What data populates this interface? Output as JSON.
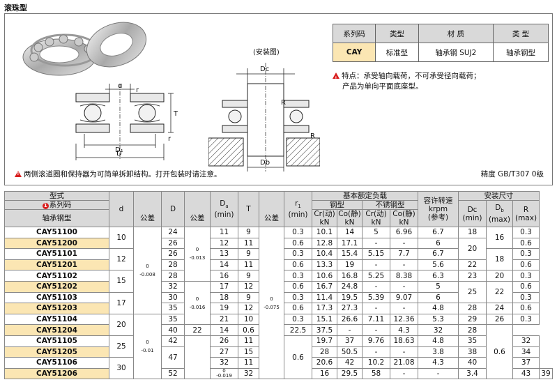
{
  "title": "滚珠型",
  "install_label": "(安装图)",
  "dim_labels": {
    "d": "d",
    "r": "r",
    "T": "T",
    "D1": "D₁",
    "D": "D",
    "Dc": "Dc",
    "R": "R",
    "Db": "Db"
  },
  "spec_table": {
    "headers": [
      "系列码",
      "类型",
      "材 质",
      "类 型"
    ],
    "row": [
      "CAY",
      "标准型",
      "轴承钢 SUJ2",
      "轴承钢型"
    ]
  },
  "feature": {
    "line1": "特点：承受轴向载荷，不可承受径向载荷；",
    "line2": "产品为单向平面底座型。"
  },
  "note_left": "两侧滚道圈和保持器为可简单拆卸结构。打开包装时请注意。",
  "note_right": "精度 GB/T307 0级",
  "table": {
    "h_type": "型式",
    "h_series": "系列码",
    "h_model": "轴承钢型",
    "h_d": "d",
    "h_tol": "公差",
    "h_D": "D",
    "h_Da": "D",
    "h_Da_sub": "a",
    "h_min": "(min)",
    "h_T": "T",
    "h_r": "r",
    "h_r_sub": "1",
    "h_load": "基本额定负载",
    "h_steel": "钢型",
    "h_stainless": "不锈钢型",
    "h_cr": "Cr(动)",
    "h_co": "Co(静)",
    "h_kn": "kN",
    "h_speed1": "容许转速",
    "h_speed2": "krpm",
    "h_speed3": "(参考)",
    "h_install": "安装尺寸",
    "h_dc": "Dc",
    "h_db": "D",
    "h_db_sub": "b",
    "h_max": "(max)",
    "h_R": "R",
    "tol_d1": [
      "0",
      "-0.008"
    ],
    "tol_d2": [
      "0",
      "-0.01"
    ],
    "tol_D1": [
      "0",
      "-0.013"
    ],
    "tol_D2": [
      "0",
      "-0.016"
    ],
    "tol_D3": [
      "0",
      "-0.019"
    ],
    "tol_T": [
      "0",
      "-0.075"
    ],
    "d_vals": [
      "10",
      "12",
      "15",
      "17",
      "20",
      "25",
      "30"
    ],
    "rows": [
      {
        "m": "CAY51100",
        "D": "24",
        "Da": "11",
        "T": "9",
        "r": "0.3",
        "cr": "10.1",
        "co": "14",
        "scr": "5",
        "sco": "6.96",
        "n": "6.7",
        "dc": "18",
        "R": "0.3"
      },
      {
        "m": "CAY51200",
        "D": "26",
        "Da": "12",
        "T": "11",
        "r": "0.6",
        "cr": "12.8",
        "co": "17.1",
        "scr": "-",
        "sco": "-",
        "n": "6",
        "dc": "",
        "R": "0.6"
      },
      {
        "m": "CAY51101",
        "D": "26",
        "Da": "13",
        "T": "9",
        "r": "0.3",
        "cr": "10.4",
        "co": "15.4",
        "scr": "5.15",
        "sco": "7.7",
        "n": "6.7",
        "dc": "",
        "R": "0.3"
      },
      {
        "m": "CAY51201",
        "D": "28",
        "Da": "14",
        "T": "11",
        "r": "0.6",
        "cr": "13.3",
        "co": "19",
        "scr": "-",
        "sco": "-",
        "n": "5.6",
        "dc": "22",
        "R": "0.6"
      },
      {
        "m": "CAY51102",
        "D": "28",
        "Da": "16",
        "T": "9",
        "r": "0.3",
        "cr": "10.6",
        "co": "16.8",
        "scr": "5.25",
        "sco": "8.38",
        "n": "6.3",
        "dc": "23",
        "R": "0.3"
      },
      {
        "m": "CAY51202",
        "D": "32",
        "Da": "17",
        "T": "12",
        "r": "0.6",
        "cr": "16.7",
        "co": "24.8",
        "scr": "-",
        "sco": "-",
        "n": "5",
        "dc": "",
        "R": "0.6"
      },
      {
        "m": "CAY51103",
        "D": "30",
        "Da": "18",
        "T": "9",
        "r": "0.3",
        "cr": "11.4",
        "co": "19.5",
        "scr": "5.39",
        "sco": "9.07",
        "n": "6",
        "dc": "",
        "R": "0.3"
      },
      {
        "m": "CAY51203",
        "D": "35",
        "Da": "19",
        "T": "12",
        "r": "0.6",
        "cr": "17.3",
        "co": "27.3",
        "scr": "-",
        "sco": "-",
        "n": "4.8",
        "dc": "28",
        "R": "0.6"
      },
      {
        "m": "CAY51104",
        "D": "35",
        "Da": "21",
        "T": "10",
        "r": "0.3",
        "cr": "15.1",
        "co": "26.6",
        "scr": "7.11",
        "sco": "12.36",
        "n": "5.3",
        "dc": "29",
        "R": "0.3"
      },
      {
        "m": "CAY51204",
        "D": "40",
        "Da": "22",
        "T": "14",
        "r": "0.6",
        "cr": "22.5",
        "co": "37.5",
        "scr": "-",
        "sco": "-",
        "n": "4.3",
        "dc": "32",
        "R": ""
      },
      {
        "m": "CAY51105",
        "D": "42",
        "Da": "26",
        "T": "11",
        "r": "",
        "cr": "19.7",
        "co": "37",
        "scr": "9.76",
        "sco": "18.63",
        "n": "4.8",
        "dc": "35",
        "R": ""
      },
      {
        "m": "CAY51205",
        "D": "",
        "Da": "27",
        "T": "15",
        "r": "",
        "cr": "28",
        "co": "50.5",
        "scr": "-",
        "sco": "-",
        "n": "3.8",
        "dc": "38",
        "R": ""
      },
      {
        "m": "CAY51106",
        "D": "",
        "Da": "32",
        "T": "11",
        "r": "",
        "cr": "20.6",
        "co": "42",
        "scr": "10.2",
        "sco": "21.08",
        "n": "4.3",
        "dc": "40",
        "R": ""
      },
      {
        "m": "CAY51206",
        "D": "52",
        "Da": "32",
        "T": "16",
        "r": "",
        "cr": "29.5",
        "co": "58",
        "scr": "-",
        "sco": "-",
        "n": "3.4",
        "dc": "43",
        "R": ""
      }
    ],
    "D_merge_47": "47",
    "r_merge_06": "0.6",
    "R_merge_06": "0.6",
    "dc_merge_20": "20",
    "dc_merge_25": "25",
    "db_vals": {
      "a": "16",
      "b": "18",
      "c": "20",
      "d": "22",
      "e": "24",
      "f": "26",
      "g": "28",
      "h": "32",
      "i": "34",
      "j": "37",
      "k": "39"
    }
  }
}
